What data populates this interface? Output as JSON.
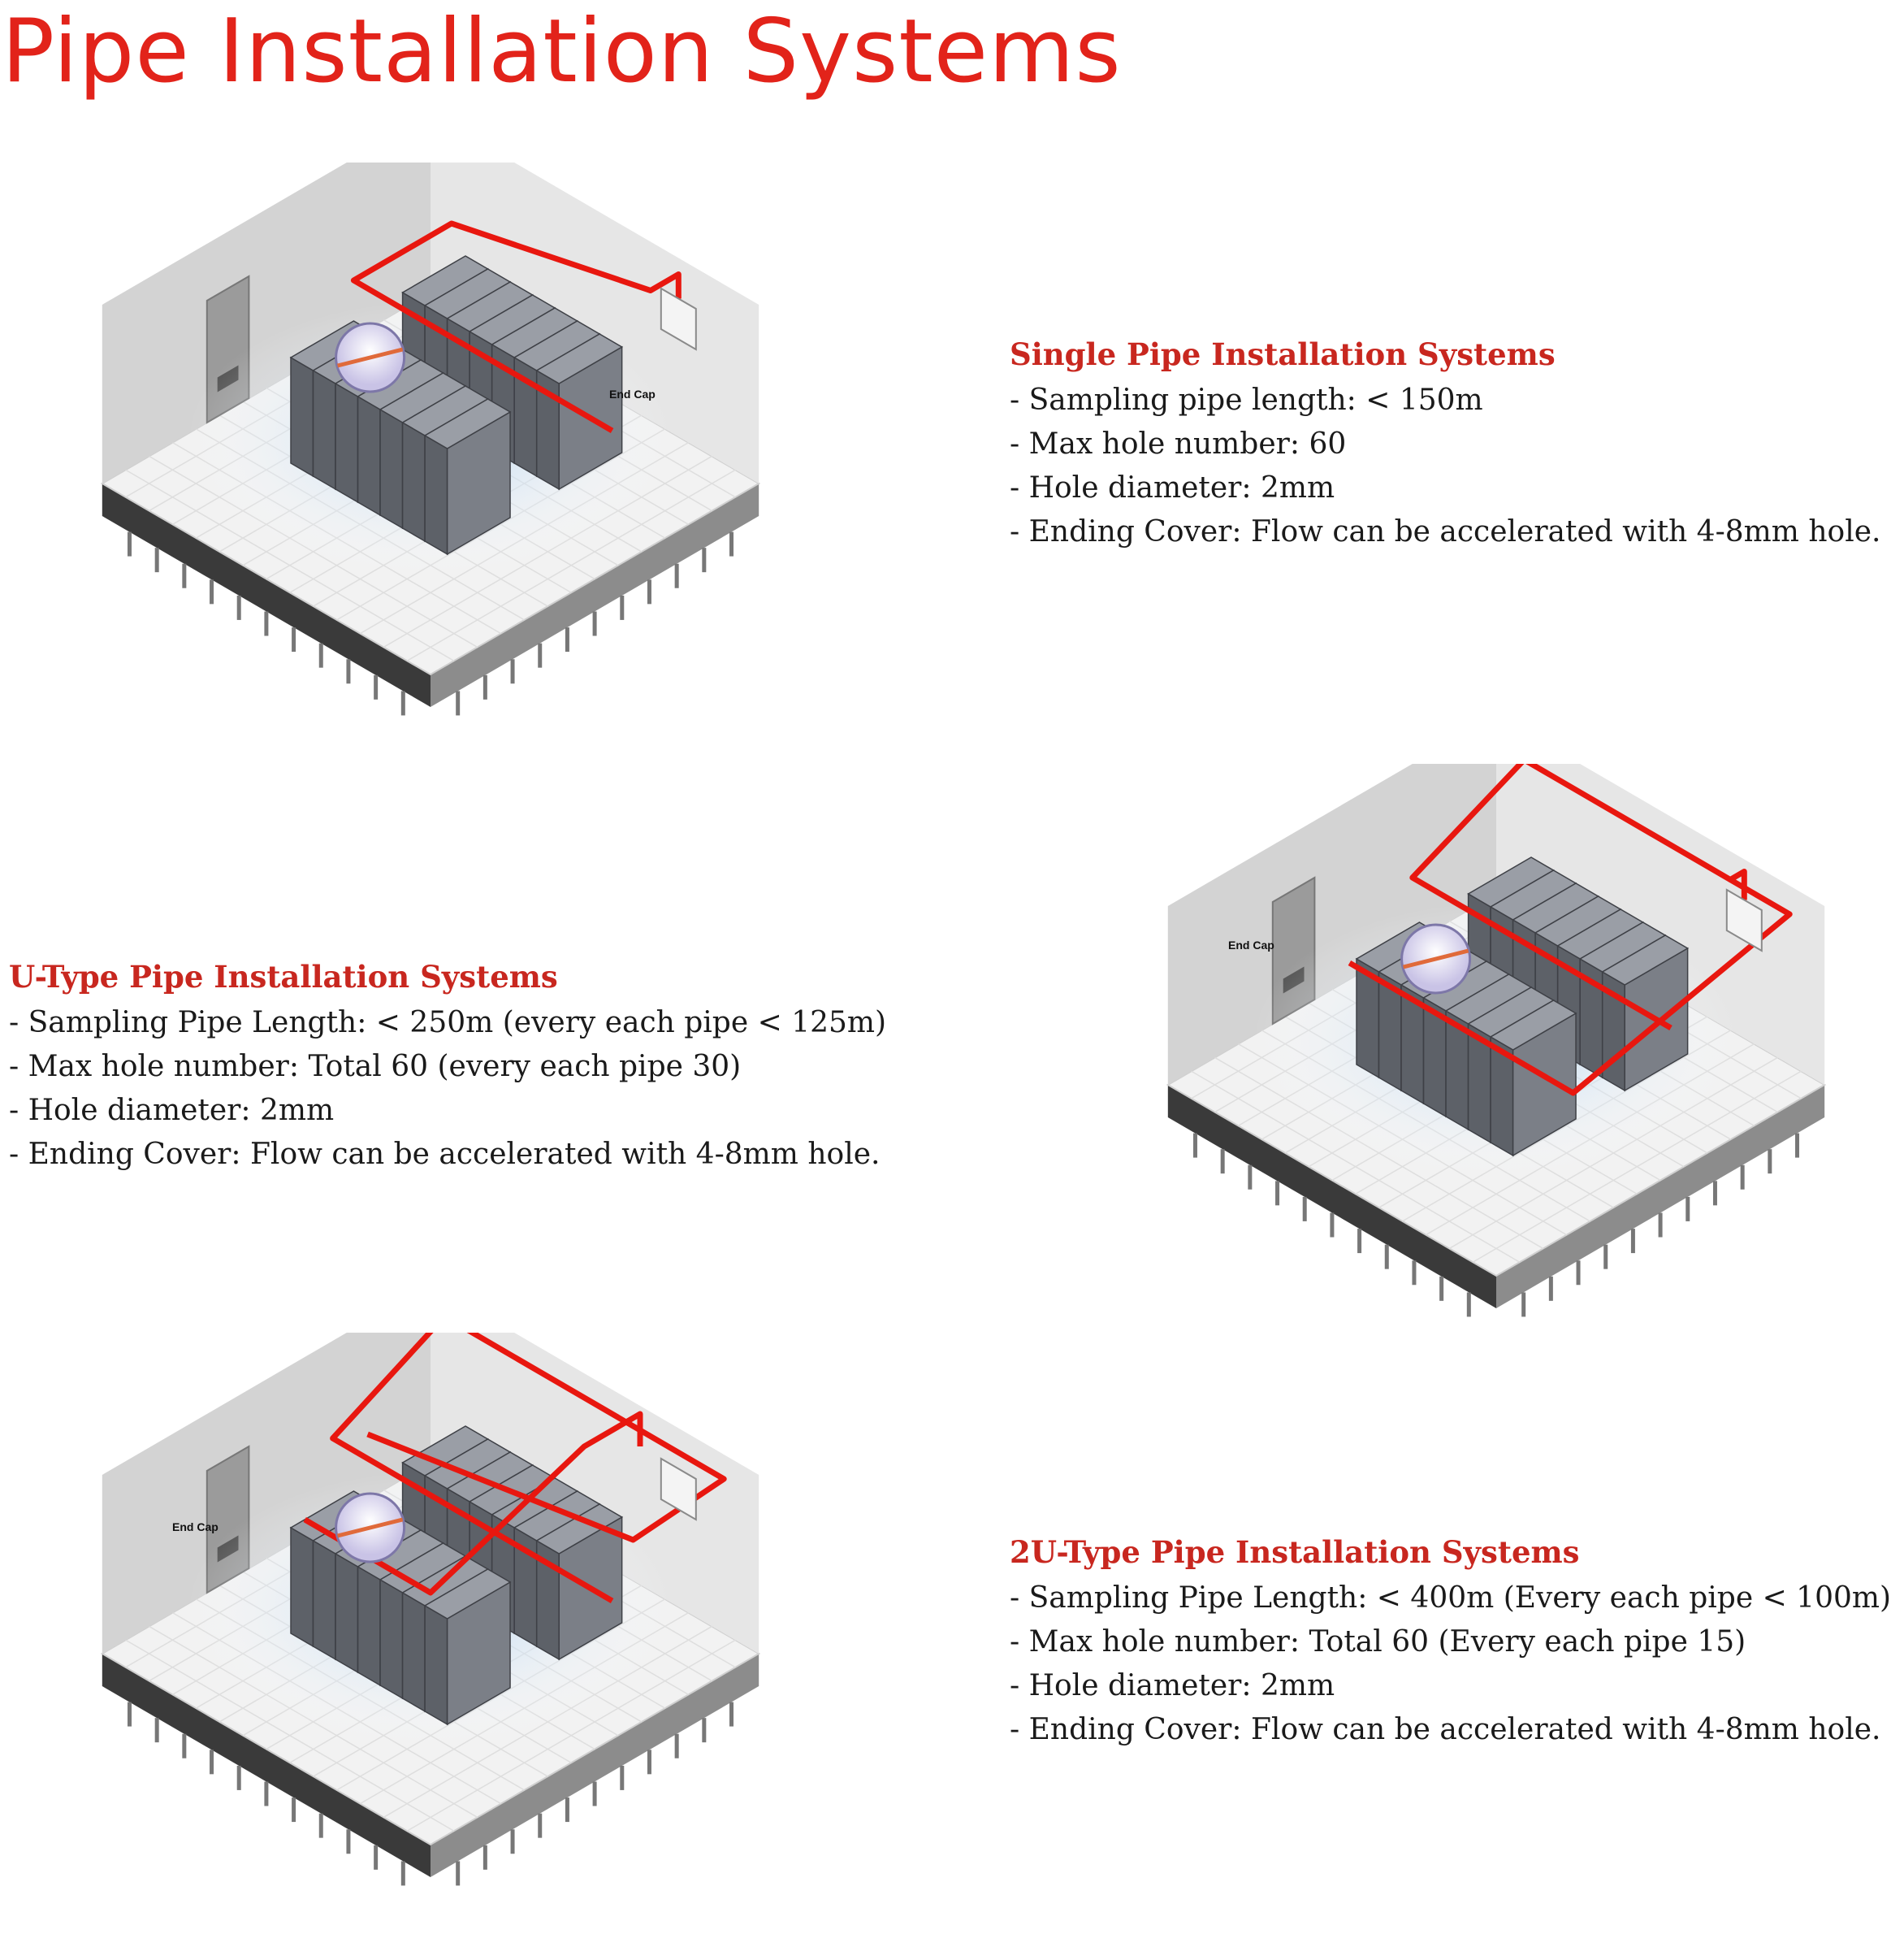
{
  "page": {
    "title": "Pipe Installation Systems"
  },
  "colors": {
    "title_red": "#e2231a",
    "heading_red": "#c8271f",
    "pipe_red": "#e8170f",
    "floor": "#f2f2f2",
    "rack": "#5d6168"
  },
  "sections": [
    {
      "heading": "Single Pipe Installation Systems",
      "items": [
        "- Sampling pipe length: < 150m",
        "- Max hole number: 60",
        "- Hole diameter: 2mm",
        "- Ending Cover: Flow can be accelerated with  4-8mm hole."
      ],
      "diagram": {
        "label": "End Cap",
        "icons": [
          "door-icon",
          "server-rack-icon",
          "detector-panel-icon",
          "magnifier-icon"
        ]
      }
    },
    {
      "heading": "U-Type Pipe Installation Systems",
      "items": [
        "- Sampling Pipe Length: < 250m (every each pipe < 125m)",
        "- Max hole number: Total 60 (every each pipe 30)",
        "- Hole diameter: 2mm",
        "- Ending Cover: Flow can be accelerated with  4-8mm hole."
      ],
      "diagram": {
        "label": "End Cap",
        "icons": [
          "door-icon",
          "server-rack-icon",
          "detector-panel-icon",
          "magnifier-icon"
        ]
      }
    },
    {
      "heading": "2U-Type Pipe Installation Systems",
      "items": [
        "- Sampling Pipe Length: < 400m (Every each pipe < 100m)",
        "- Max hole number: Total 60 (Every each pipe 15)",
        "- Hole diameter: 2mm",
        "- Ending Cover: Flow can be accelerated with 4-8mm hole."
      ],
      "diagram": {
        "label": "End Cap",
        "icons": [
          "door-icon",
          "server-rack-icon",
          "detector-panel-icon",
          "magnifier-icon"
        ]
      }
    }
  ]
}
